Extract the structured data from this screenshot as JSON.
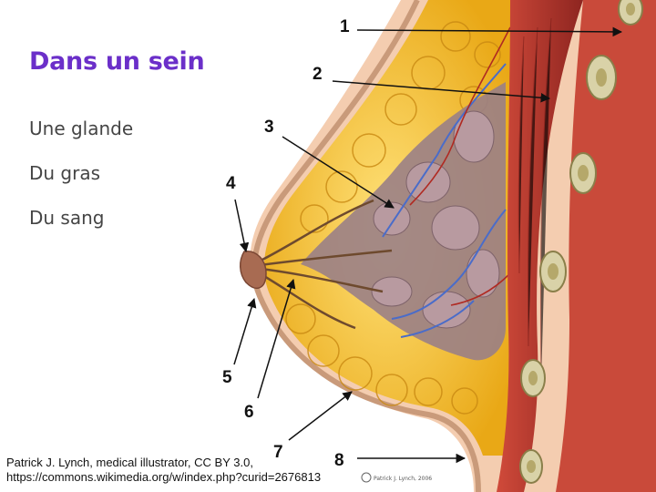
{
  "slide": {
    "title": "Dans un sein",
    "bullets": [
      "Une glande",
      "Du gras",
      "Du sang"
    ]
  },
  "diagram": {
    "labels": [
      "1",
      "2",
      "3",
      "4",
      "5",
      "6",
      "7",
      "8"
    ],
    "signature": "Patrick J. Lynch, 2006",
    "colors": {
      "skin": "#f2c9a6",
      "fat": "#f4c23a",
      "muscle": "#b8322b",
      "gland": "#9a7f86",
      "vein": "#4a6cc9",
      "rib": "#d9d2a8"
    }
  },
  "credit": {
    "line1": "Patrick J. Lynch, medical illustrator, CC BY 3.0,",
    "line2": "https://commons.wikimedia.org/w/index.php?curid=2676813"
  }
}
